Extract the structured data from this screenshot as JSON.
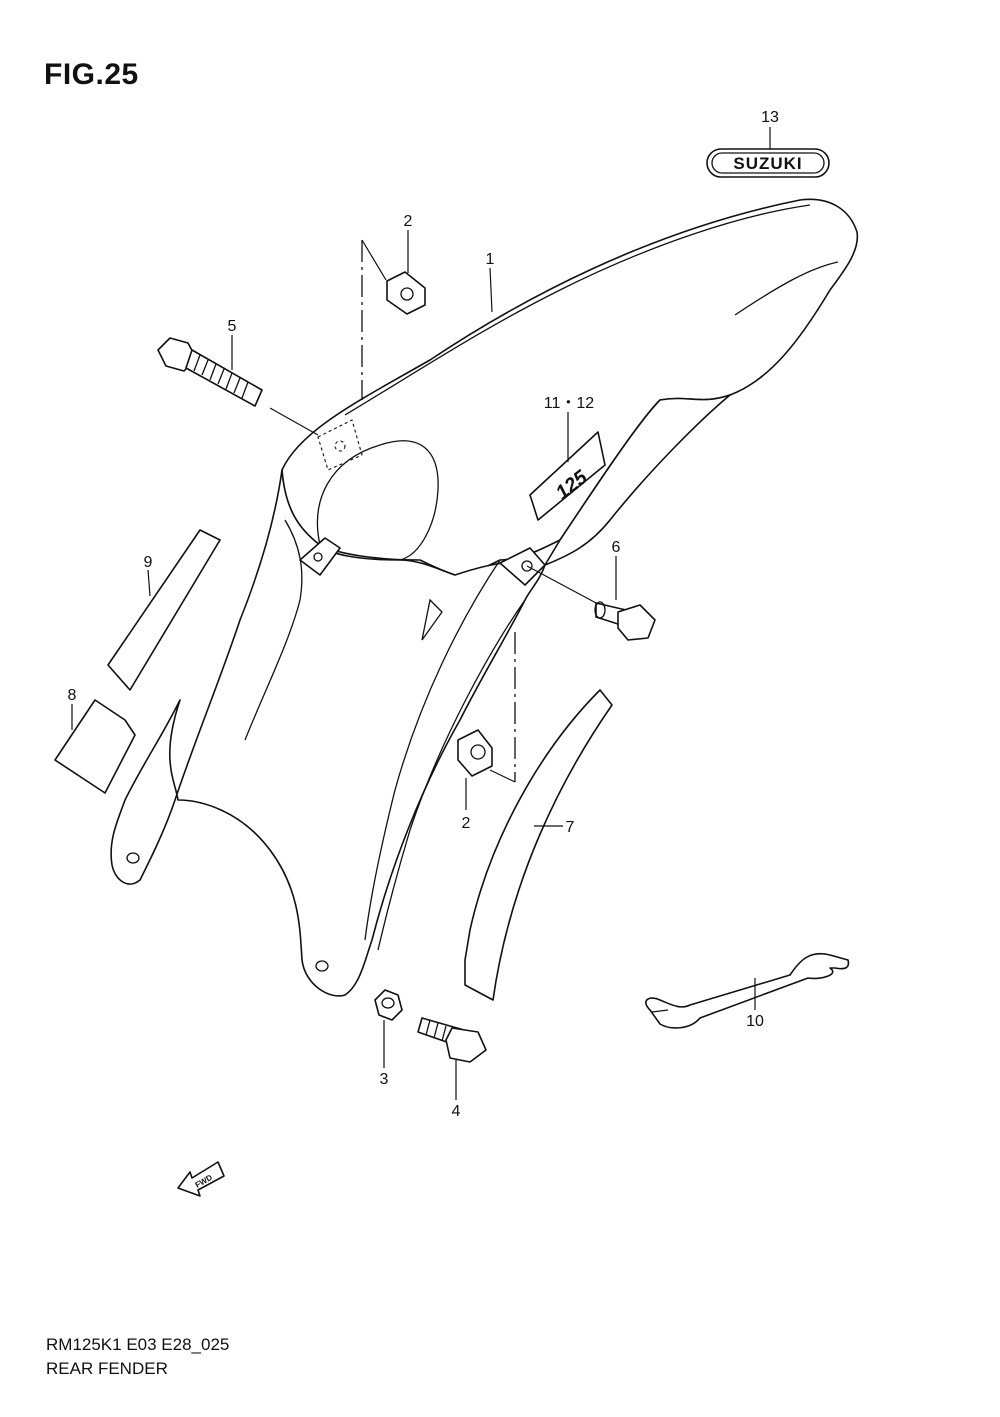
{
  "figure": {
    "title": "FIG.25",
    "model_code": "RM125K1 E03 E28_025",
    "caption": "REAR FENDER"
  },
  "callouts": {
    "c1": "1",
    "c2a": "2",
    "c2b": "2",
    "c3": "3",
    "c4": "4",
    "c5": "5",
    "c6": "6",
    "c7": "7",
    "c8": "8",
    "c9": "9",
    "c10": "10",
    "c11_12": "11・12",
    "c13": "13"
  },
  "decals": {
    "brand_emblem": "SUZUKI",
    "fender_decal": "125"
  },
  "direction_marker": "FWD"
}
